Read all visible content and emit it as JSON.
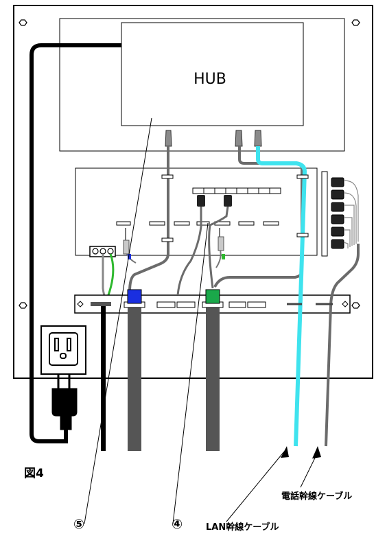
{
  "hub_label": "HUB",
  "figure_label": "図4",
  "callouts": {
    "num5": "⑤",
    "num4": "④",
    "lan_trunk": "LAN幹線ケーブル",
    "phone_trunk": "電話幹線ケーブル"
  },
  "colors": {
    "lan_cable": "#3fe3ee",
    "blue_clamp": "#1a2fe0",
    "green_clamp": "#1aa84a",
    "green_wire": "#2eb82e",
    "cable_gray": "#6b6b6b",
    "thick_cable": "#555555"
  }
}
